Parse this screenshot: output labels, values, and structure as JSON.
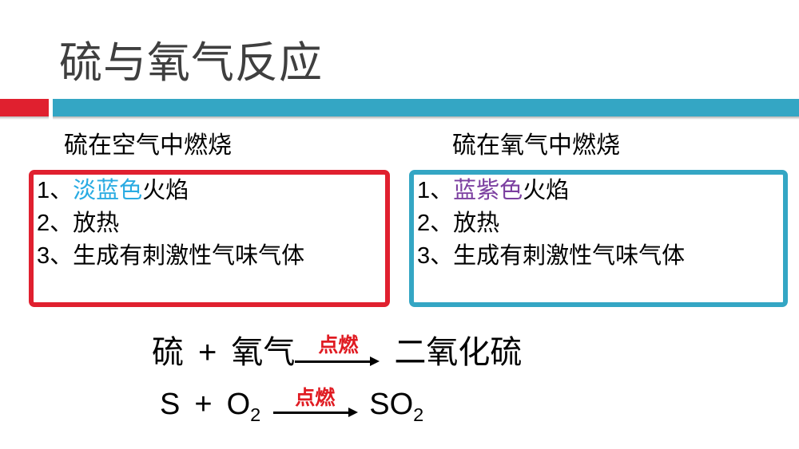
{
  "slide": {
    "title": "硫与氧气反应",
    "accent": {
      "red": "#e0202f",
      "teal": "#34a6c4"
    }
  },
  "columns": [
    {
      "id": "air",
      "heading": "硫在空气中燃烧",
      "box_color": "#e0202f",
      "items": [
        {
          "index": "1、",
          "highlight": "淡蓝色",
          "highlight_color": "#29abe2",
          "rest": "火焰"
        },
        {
          "index": "2、",
          "highlight": "",
          "highlight_color": "",
          "rest": "放热"
        },
        {
          "index": "3、",
          "highlight": "",
          "highlight_color": "",
          "rest": "生成有刺激性气味气体"
        }
      ]
    },
    {
      "id": "oxygen",
      "heading": "硫在氧气中燃烧",
      "box_color": "#34a6c4",
      "items": [
        {
          "index": "1、",
          "highlight": "蓝紫色",
          "highlight_color": "#7b3fa0",
          "rest": "火焰"
        },
        {
          "index": "2、",
          "highlight": "",
          "highlight_color": "",
          "rest": "放热"
        },
        {
          "index": "3、",
          "highlight": "",
          "highlight_color": "",
          "rest": "生成有刺激性气味气体"
        }
      ]
    }
  ],
  "equations": {
    "word": {
      "reactant1": "硫",
      "plus": "+",
      "reactant2": "氧气",
      "condition": "点燃",
      "product": "二氧化硫"
    },
    "symbol": {
      "reactant1": "S",
      "plus": "+",
      "reactant2_base": "O",
      "reactant2_sub": "2",
      "condition": "点燃",
      "product_base": "SO",
      "product_sub": "2"
    },
    "condition_color": "#e01b22"
  }
}
